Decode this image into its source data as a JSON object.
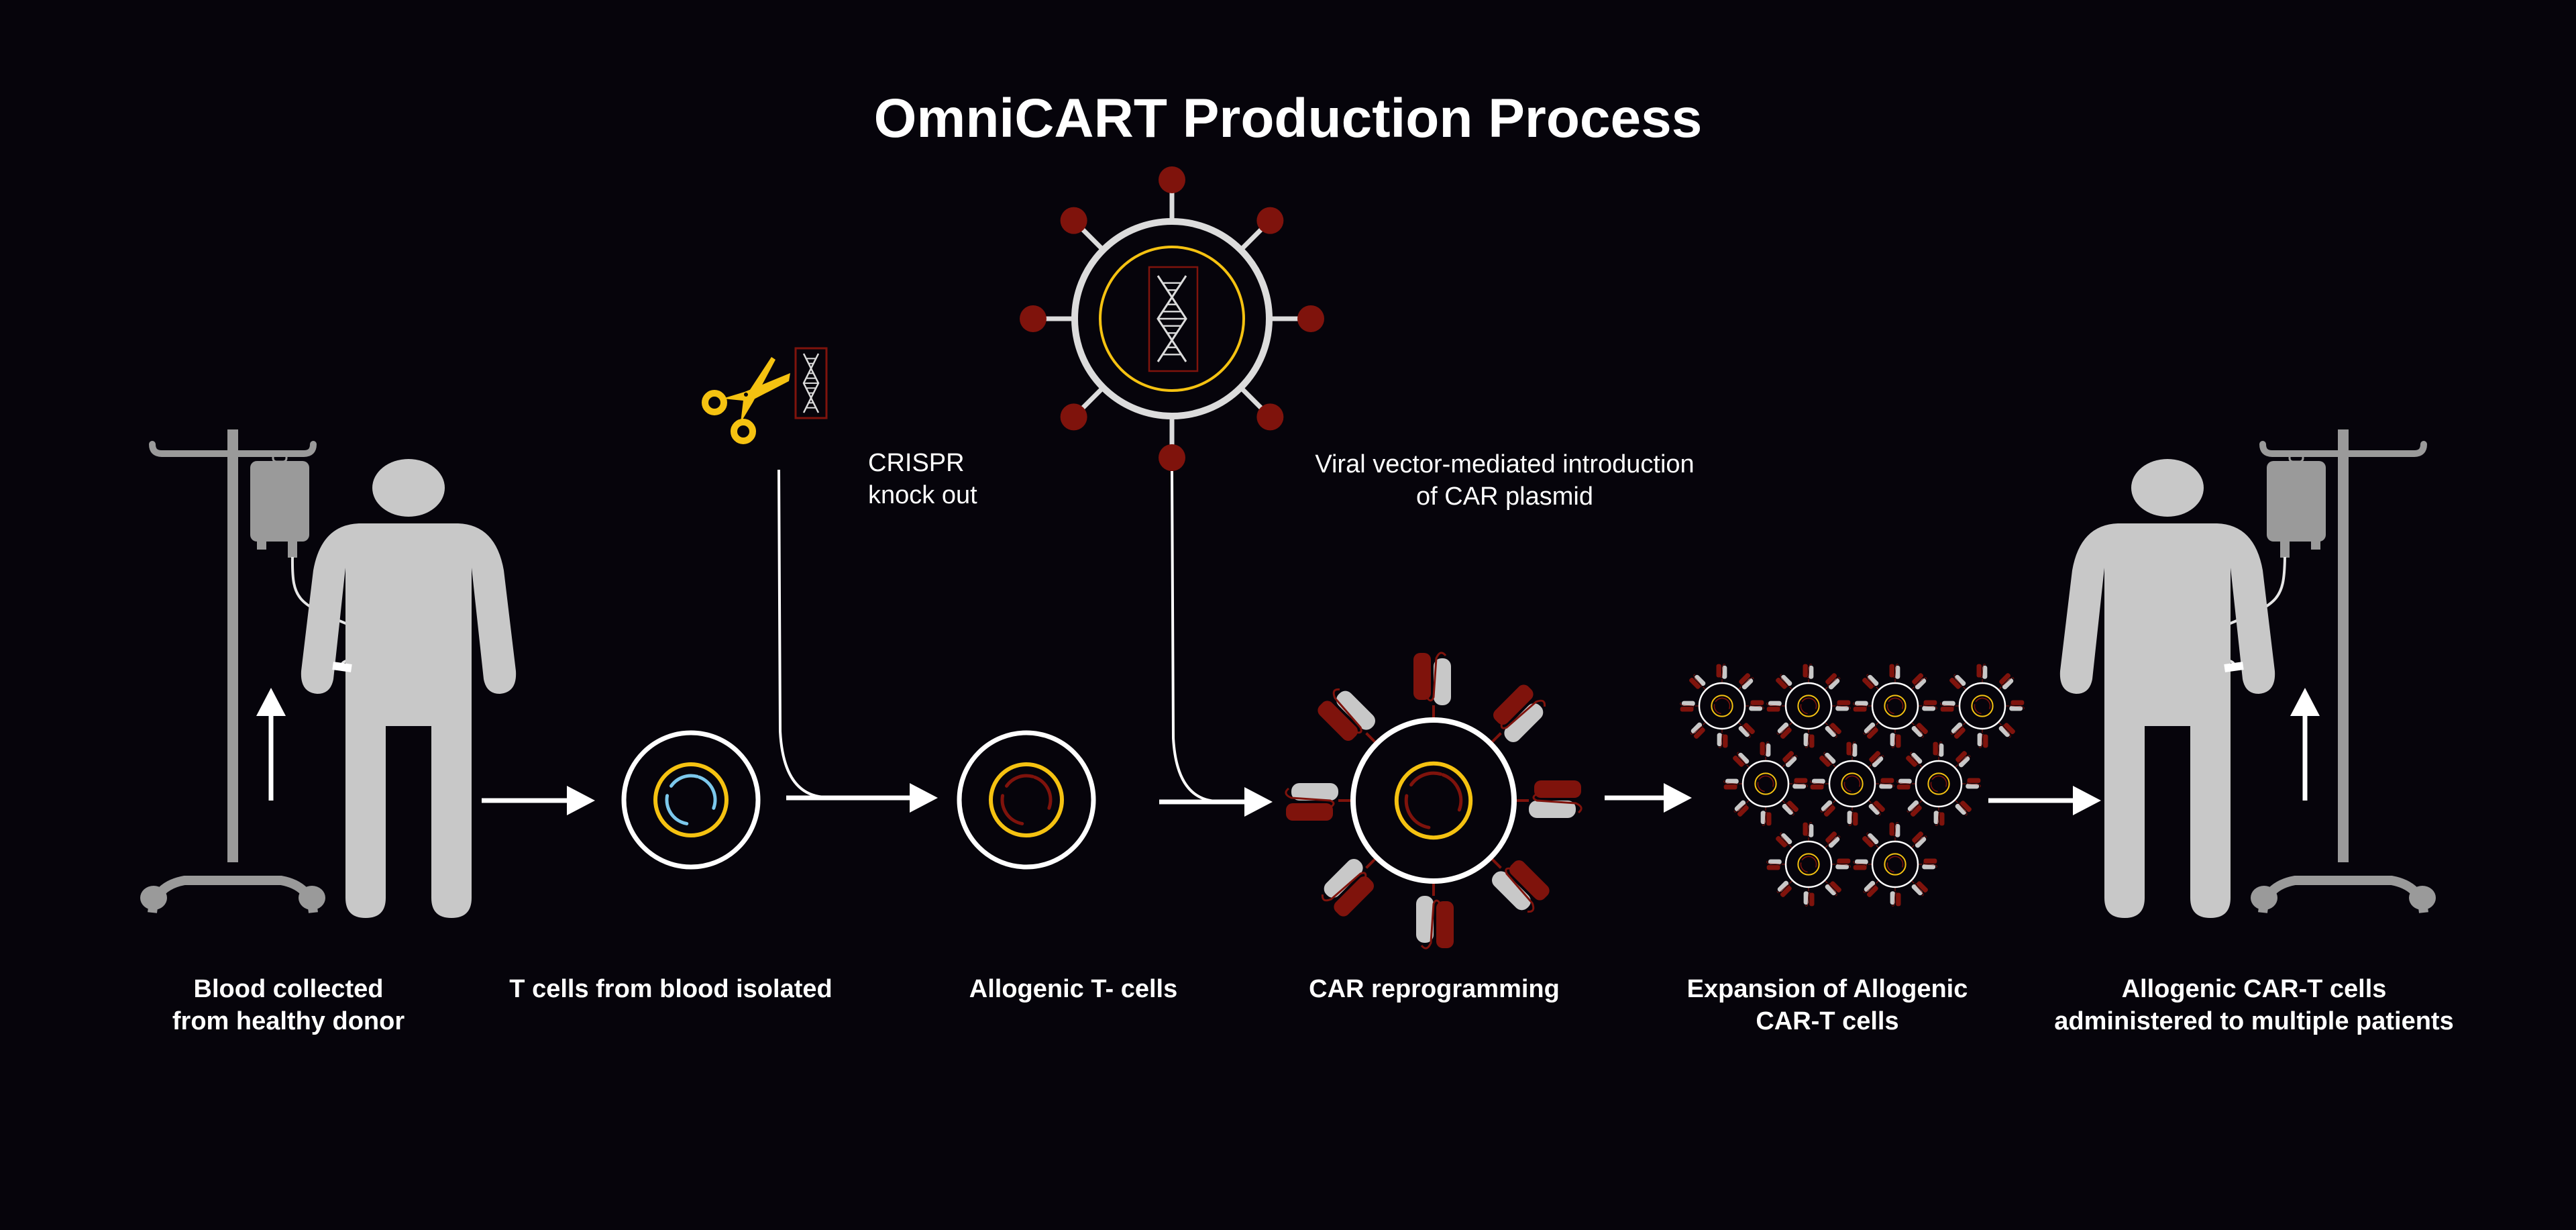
{
  "title": "OmniCART Production Process",
  "colors": {
    "background": "#06040b",
    "white": "#ffffff",
    "light_grey": "#c8c8c8",
    "pole_grey": "#9a9a9a",
    "yellow": "#f5c211",
    "dark_red": "#7f130c",
    "light_blue": "#7cc8ec"
  },
  "annotations": {
    "crispr": [
      "CRISPR",
      "knock out"
    ],
    "viral": [
      "Viral vector-mediated introduction",
      "of CAR plasmid"
    ]
  },
  "steps": [
    {
      "id": "donor",
      "label": [
        "Blood collected",
        "from healthy donor"
      ],
      "icon": "person-with-iv-drip-icon"
    },
    {
      "id": "t-cells",
      "label": [
        "T cells from blood isolated"
      ],
      "icon": "t-cell-icon"
    },
    {
      "id": "allogenic",
      "label": [
        "Allogenic T- cells"
      ],
      "icon": "edited-t-cell-icon"
    },
    {
      "id": "car",
      "label": [
        "CAR reprogramming"
      ],
      "icon": "car-t-cell-icon"
    },
    {
      "id": "expansion",
      "label": [
        "Expansion of Allogenic",
        "CAR-T cells"
      ],
      "icon": "car-t-cell-cluster-icon"
    },
    {
      "id": "patients",
      "label": [
        "Allogenic CAR-T cells",
        "administered to multiple patients"
      ],
      "icon": "person-with-iv-drip-icon"
    }
  ],
  "expansion_cell_count": 9,
  "car_receptor_count": 8,
  "virus_spike_count": 8
}
